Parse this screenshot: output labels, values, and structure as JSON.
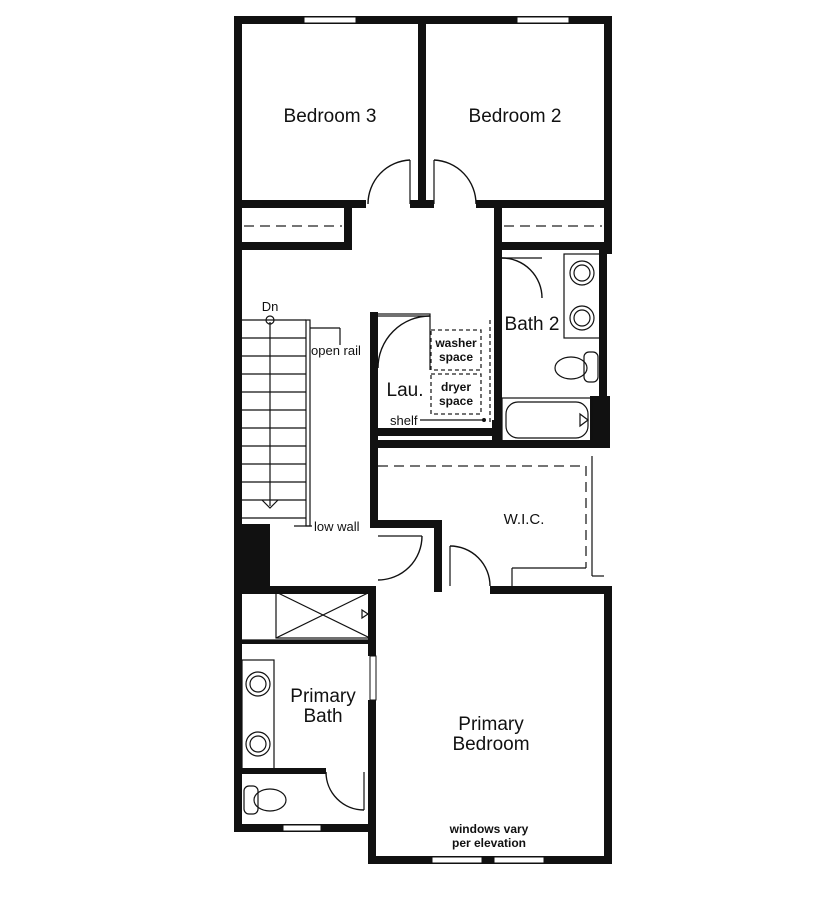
{
  "rooms": {
    "bedroom3": "Bedroom 3",
    "bedroom2": "Bedroom 2",
    "bath2": "Bath 2",
    "laundry": "Lau.",
    "wic": "W.I.C.",
    "primary_bath_line1": "Primary",
    "primary_bath_line2": "Bath",
    "primary_bedroom_line1": "Primary",
    "primary_bedroom_line2": "Bedroom"
  },
  "labels": {
    "stairs_down": "Dn",
    "open_rail": "open rail",
    "low_wall": "low wall",
    "shelf": "shelf",
    "washer_line1": "washer",
    "washer_line2": "space",
    "dryer_line1": "dryer",
    "dryer_line2": "space",
    "windows_line1": "windows vary",
    "windows_line2": "per elevation"
  }
}
